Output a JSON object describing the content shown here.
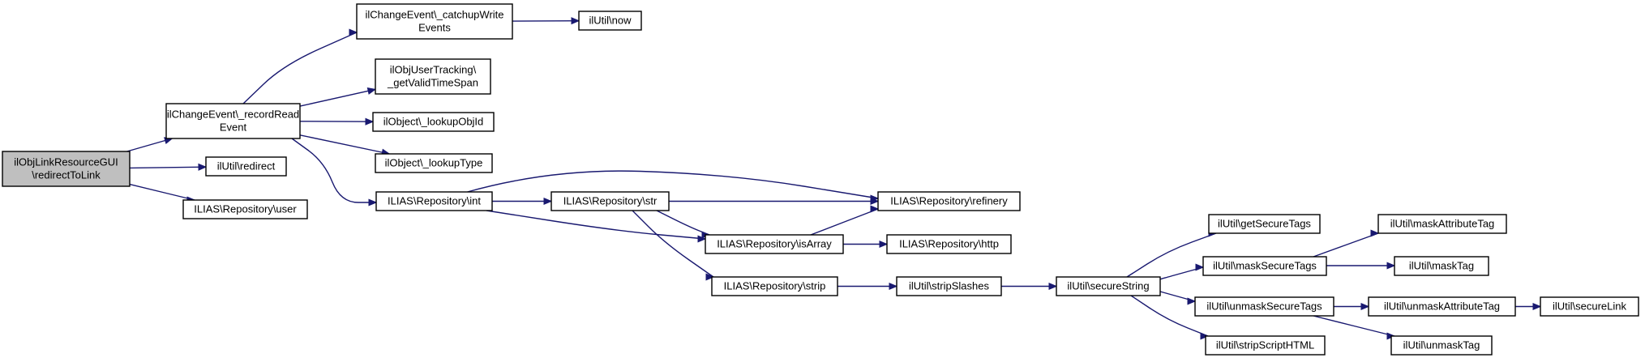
{
  "diagram": {
    "edge_color": "#191970",
    "root_fill": "#bfbfbf",
    "nodes": [
      {
        "id": "n_redirect_to_link",
        "lines": [
          "ilObjLinkResourceGUI",
          "\\redirectToLink"
        ],
        "root": true
      },
      {
        "id": "n_record_read",
        "lines": [
          "ilChangeEvent\\_recordRead",
          "Event"
        ]
      },
      {
        "id": "n_util_redirect",
        "lines": [
          "ilUtil\\redirect"
        ]
      },
      {
        "id": "n_repo_user",
        "lines": [
          "ILIAS\\Repository\\user"
        ]
      },
      {
        "id": "n_catchup",
        "lines": [
          "ilChangeEvent\\_catchupWrite",
          "Events"
        ]
      },
      {
        "id": "n_util_now",
        "lines": [
          "ilUtil\\now"
        ]
      },
      {
        "id": "n_valid_timespan",
        "lines": [
          "ilObjUserTracking\\",
          "_getValidTimeSpan"
        ]
      },
      {
        "id": "n_lookup_obj_id",
        "lines": [
          "ilObject\\_lookupObjId"
        ]
      },
      {
        "id": "n_lookup_type",
        "lines": [
          "ilObject\\_lookupType"
        ]
      },
      {
        "id": "n_repo_int",
        "lines": [
          "ILIAS\\Repository\\int"
        ]
      },
      {
        "id": "n_repo_str",
        "lines": [
          "ILIAS\\Repository\\str"
        ]
      },
      {
        "id": "n_repo_refinery",
        "lines": [
          "ILIAS\\Repository\\refinery"
        ]
      },
      {
        "id": "n_repo_is_array",
        "lines": [
          "ILIAS\\Repository\\isArray"
        ]
      },
      {
        "id": "n_repo_http",
        "lines": [
          "ILIAS\\Repository\\http"
        ]
      },
      {
        "id": "n_repo_strip",
        "lines": [
          "ILIAS\\Repository\\strip"
        ]
      },
      {
        "id": "n_strip_slashes",
        "lines": [
          "ilUtil\\stripSlashes"
        ]
      },
      {
        "id": "n_secure_string",
        "lines": [
          "ilUtil\\secureString"
        ]
      },
      {
        "id": "n_get_secure_tags",
        "lines": [
          "ilUtil\\getSecureTags"
        ]
      },
      {
        "id": "n_mask_secure_tags",
        "lines": [
          "ilUtil\\maskSecureTags"
        ]
      },
      {
        "id": "n_unmask_secure_tags",
        "lines": [
          "ilUtil\\unmaskSecureTags"
        ]
      },
      {
        "id": "n_strip_script_html",
        "lines": [
          "ilUtil\\stripScriptHTML"
        ]
      },
      {
        "id": "n_mask_attribute_tag",
        "lines": [
          "ilUtil\\maskAttributeTag"
        ]
      },
      {
        "id": "n_mask_tag",
        "lines": [
          "ilUtil\\maskTag"
        ]
      },
      {
        "id": "n_unmask_attribute_tag",
        "lines": [
          "ilUtil\\unmaskAttributeTag"
        ]
      },
      {
        "id": "n_unmask_tag",
        "lines": [
          "ilUtil\\unmaskTag"
        ]
      },
      {
        "id": "n_secure_link",
        "lines": [
          "ilUtil\\secureLink"
        ]
      }
    ],
    "edges": [
      {
        "from": "n_redirect_to_link",
        "to": "n_record_read"
      },
      {
        "from": "n_redirect_to_link",
        "to": "n_util_redirect"
      },
      {
        "from": "n_redirect_to_link",
        "to": "n_repo_user"
      },
      {
        "from": "n_record_read",
        "to": "n_catchup"
      },
      {
        "from": "n_record_read",
        "to": "n_valid_timespan"
      },
      {
        "from": "n_record_read",
        "to": "n_lookup_obj_id"
      },
      {
        "from": "n_record_read",
        "to": "n_lookup_type"
      },
      {
        "from": "n_record_read",
        "to": "n_repo_int"
      },
      {
        "from": "n_catchup",
        "to": "n_util_now"
      },
      {
        "from": "n_repo_int",
        "to": "n_repo_refinery"
      },
      {
        "from": "n_repo_int",
        "to": "n_repo_str"
      },
      {
        "from": "n_repo_int",
        "to": "n_repo_is_array"
      },
      {
        "from": "n_repo_str",
        "to": "n_repo_refinery"
      },
      {
        "from": "n_repo_str",
        "to": "n_repo_is_array"
      },
      {
        "from": "n_repo_str",
        "to": "n_repo_strip"
      },
      {
        "from": "n_repo_is_array",
        "to": "n_repo_refinery"
      },
      {
        "from": "n_repo_is_array",
        "to": "n_repo_http"
      },
      {
        "from": "n_repo_strip",
        "to": "n_strip_slashes"
      },
      {
        "from": "n_strip_slashes",
        "to": "n_secure_string"
      },
      {
        "from": "n_secure_string",
        "to": "n_get_secure_tags"
      },
      {
        "from": "n_secure_string",
        "to": "n_mask_secure_tags"
      },
      {
        "from": "n_secure_string",
        "to": "n_unmask_secure_tags"
      },
      {
        "from": "n_secure_string",
        "to": "n_strip_script_html"
      },
      {
        "from": "n_mask_secure_tags",
        "to": "n_mask_attribute_tag"
      },
      {
        "from": "n_mask_secure_tags",
        "to": "n_mask_tag"
      },
      {
        "from": "n_unmask_secure_tags",
        "to": "n_unmask_attribute_tag"
      },
      {
        "from": "n_unmask_secure_tags",
        "to": "n_unmask_tag"
      },
      {
        "from": "n_unmask_attribute_tag",
        "to": "n_secure_link"
      }
    ]
  }
}
